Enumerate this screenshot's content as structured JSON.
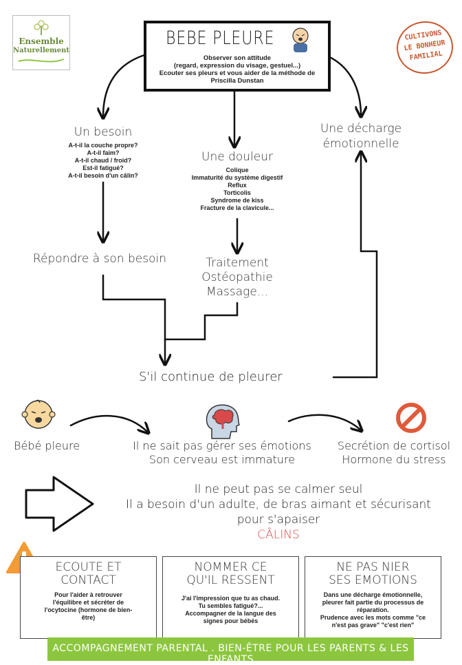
{
  "logo": {
    "line1": "Ensemble",
    "line2": "Naturellement"
  },
  "stamp": {
    "line1": "CULTIVONS",
    "line2": "LE BONHEUR",
    "line3": "FAMILIAL"
  },
  "header": {
    "title": "BEBE PLEURE",
    "sub1": "Observer son attitude",
    "sub2": "(regard, expression du visage, gestuel...)",
    "sub3": "Ecouter ses pleurs et vous aider de la méthode de",
    "sub4": "Priscilla Dunstan"
  },
  "besoin": {
    "title": "Un besoin",
    "items": [
      "A-t-il la couche propre?",
      "A-t-il faim?",
      "A-t-il chaud / froid?",
      "Est-il fatigué?",
      "A-t-il besoin d'un câlin?"
    ]
  },
  "douleur": {
    "title": "Une douleur",
    "items": [
      "Colique",
      "Immaturité du système digestif",
      "Reflux",
      "Torticolis",
      "Syndrome de kiss",
      "Fracture de la clavicule..."
    ]
  },
  "decharge": {
    "line1": "Une décharge",
    "line2": "émotionnelle"
  },
  "repondre": "Répondre à son besoin",
  "traitement": {
    "line1": "Traitement",
    "line2": "Ostéopathie",
    "line3": "Massage..."
  },
  "continue": "S'il continue de pleurer",
  "row": {
    "bebe": "Bébé pleure",
    "ne_sait_1": "Il ne sait pas gérer ses émotions",
    "ne_sait_2": "Son cerveau est immature",
    "cortisol_1": "Secrétion de cortisol",
    "cortisol_2": "Hormone du stress"
  },
  "calm": {
    "line1": "Il ne peut pas se calmer seul",
    "line2": "Il a besoin d'un adulte, de bras aimant et sécurisant",
    "line3": "pour s'apaiser",
    "calins": "CÂLINS"
  },
  "boxes": [
    {
      "title1": "ECOUTE ET",
      "title2": "CONTACT",
      "body": [
        "Pour l'aider à retrouver",
        "l'équilibre et sécréter de",
        "l'ocytocine (hormone de bien-",
        "être)"
      ]
    },
    {
      "title1": "NOMMER CE",
      "title2": "QU'IL RESSENT",
      "body": [
        "J'ai l'impression que tu as chaud.",
        "Tu sembles fatigué?...",
        "Accompagner de la langue des",
        "signes pour bébés"
      ]
    },
    {
      "title1": "NE PAS NIER",
      "title2": "SES EMOTIONS",
      "body": [
        "Dans une décharge émotionnelle,",
        "pleurer fait partie du processus de",
        "réparation.",
        "Prudence avec les mots comme \"ce",
        "n'est pas grave\" \"c'est rien\""
      ]
    }
  ],
  "footer": "ACCOMPAGNEMENT PARENTAL . BIEN-ÊTRE POUR LES PARENTS & LES ENFANTS",
  "colors": {
    "accent_green": "#8cc63f",
    "stamp_orange": "#c8582e",
    "warning_orange": "#f39c35",
    "brain_red": "#d84a4a",
    "forbid_red": "#e05a3a"
  }
}
